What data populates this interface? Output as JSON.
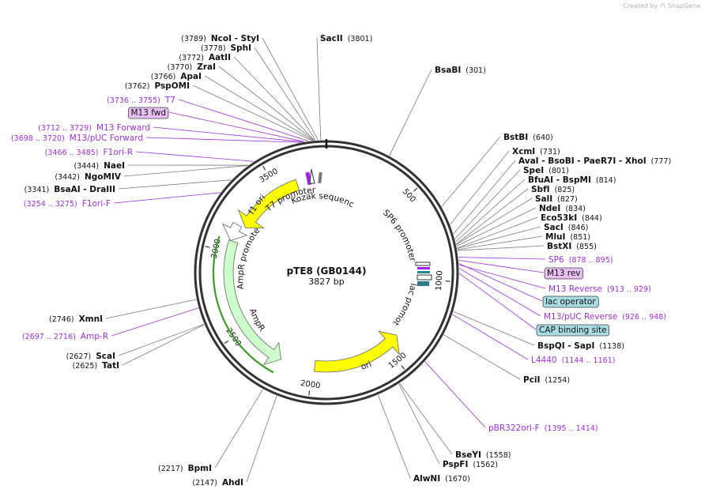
{
  "watermark": {
    "created_by": "Created by",
    "brand": "SnapGene"
  },
  "plasmid": {
    "name": "pTE8 (GB0144)",
    "length": "3827 bp",
    "total_bp": 3827
  },
  "ticks": [
    {
      "bp": 500,
      "label": "500"
    },
    {
      "bp": 1000,
      "label": "1000"
    },
    {
      "bp": 1500,
      "label": "1500"
    },
    {
      "bp": 2000,
      "label": "2000"
    },
    {
      "bp": 2500,
      "label": "2500"
    },
    {
      "bp": 3000,
      "label": "3000"
    },
    {
      "bp": 3500,
      "label": "3500"
    }
  ],
  "enzymes": [
    {
      "id": "ncoi",
      "name": "NcoI",
      "extra": "StyI",
      "pos": "(3789)",
      "side": "L",
      "bp": 3789
    },
    {
      "id": "sphi",
      "name": "SphI",
      "pos": "(3778)",
      "side": "L",
      "bp": 3778
    },
    {
      "id": "aatii",
      "name": "AatII",
      "pos": "(3772)",
      "side": "L",
      "bp": 3772
    },
    {
      "id": "zrai",
      "name": "ZraI",
      "pos": "(3770)",
      "side": "L",
      "bp": 3770
    },
    {
      "id": "apai",
      "name": "ApaI",
      "pos": "(3766)",
      "side": "L",
      "bp": 3766
    },
    {
      "id": "pspomi",
      "name": "PspOMI",
      "pos": "(3762)",
      "side": "L",
      "bp": 3762
    },
    {
      "id": "sacii",
      "name": "SacII",
      "pos": "(3801)",
      "side": "R",
      "bp": 3801
    },
    {
      "id": "bsabi",
      "name": "BsaBI",
      "pos": "(301)",
      "side": "R",
      "bp": 301
    },
    {
      "id": "nael",
      "name": "NaeI",
      "pos": "(3444)",
      "side": "L",
      "bp": 3444
    },
    {
      "id": "ngomiv",
      "name": "NgoMIV",
      "pos": "(3442)",
      "side": "L",
      "bp": 3442
    },
    {
      "id": "bsaai",
      "name": "BsaAI",
      "extra": "DraIII",
      "pos": "(3341)",
      "side": "L",
      "bp": 3341
    },
    {
      "id": "bstbi",
      "name": "BstBI",
      "pos": "(640)",
      "side": "R",
      "bp": 640
    },
    {
      "id": "xcmi",
      "name": "XcmI",
      "pos": "(731)",
      "side": "R",
      "bp": 731
    },
    {
      "id": "avai",
      "name": "AvaI",
      "extra": "BsoBI",
      "extra2": "PaeR7I",
      "extra3": "XhoI",
      "pos": "(777)",
      "side": "R",
      "bp": 777
    },
    {
      "id": "spei",
      "name": "SpeI",
      "pos": "(801)",
      "side": "R",
      "bp": 801
    },
    {
      "id": "bfuai",
      "name": "BfuAI",
      "extra": "BspMI",
      "pos": "(814)",
      "side": "R",
      "bp": 814
    },
    {
      "id": "sbfi",
      "name": "SbfI",
      "pos": "(825)",
      "side": "R",
      "bp": 825
    },
    {
      "id": "sali",
      "name": "SalI",
      "pos": "(827)",
      "side": "R",
      "bp": 827
    },
    {
      "id": "ndei",
      "name": "NdeI",
      "pos": "(834)",
      "side": "R",
      "bp": 834
    },
    {
      "id": "eco53ki",
      "name": "Eco53kI",
      "pos": "(844)",
      "side": "R",
      "bp": 844
    },
    {
      "id": "saci",
      "name": "SacI",
      "pos": "(846)",
      "side": "R",
      "bp": 846
    },
    {
      "id": "mlui",
      "name": "MluI",
      "pos": "(851)",
      "side": "R",
      "bp": 851
    },
    {
      "id": "bstxi",
      "name": "BstXI",
      "pos": "(855)",
      "side": "R",
      "bp": 855
    },
    {
      "id": "bspqi",
      "name": "BspQI",
      "extra": "SapI",
      "pos": "(1138)",
      "side": "R",
      "bp": 1138
    },
    {
      "id": "pcii",
      "name": "PciI",
      "pos": "(1254)",
      "side": "R",
      "bp": 1254
    },
    {
      "id": "bseyi",
      "name": "BseYI",
      "pos": "(1558)",
      "side": "R",
      "bp": 1558
    },
    {
      "id": "pspfi",
      "name": "PspFI",
      "pos": "(1562)",
      "side": "R",
      "bp": 1562
    },
    {
      "id": "alwni",
      "name": "AlwNI",
      "pos": "(1670)",
      "side": "R",
      "bp": 1670
    },
    {
      "id": "ahdi",
      "name": "AhdI",
      "pos": "(2147)",
      "side": "L",
      "bp": 2147
    },
    {
      "id": "bpmi",
      "name": "BpmI",
      "pos": "(2217)",
      "side": "L",
      "bp": 2217
    },
    {
      "id": "scai",
      "name": "ScaI",
      "pos": "(2627)",
      "side": "L",
      "bp": 2627
    },
    {
      "id": "tati",
      "name": "TatI",
      "pos": "(2625)",
      "side": "L",
      "bp": 2625
    },
    {
      "id": "xmni",
      "name": "XmnI",
      "pos": "(2746)",
      "side": "L",
      "bp": 2746
    }
  ],
  "primers": [
    {
      "id": "t7",
      "name": "T7",
      "pos": "(3736 .. 3755)",
      "side": "L",
      "bp": 3745
    },
    {
      "id": "m13fwd",
      "name": "M13 fwd",
      "boxed": true,
      "side": "L",
      "bp": 3725
    },
    {
      "id": "m13forward",
      "name": "M13 Forward",
      "pos": "(3712 .. 3729)",
      "side": "L",
      "bp": 3720
    },
    {
      "id": "m13pucforward",
      "name": "M13/pUC Forward",
      "pos": "(3698 .. 3720)",
      "side": "L",
      "bp": 3709
    },
    {
      "id": "f1orir",
      "name": "F1ori-R",
      "pos": "(3466 .. 3485)",
      "side": "L",
      "bp": 3475
    },
    {
      "id": "f1orif",
      "name": "F1ori-F",
      "pos": "(3254 .. 3275)",
      "side": "L",
      "bp": 3264
    },
    {
      "id": "ampr",
      "name": "Amp-R",
      "pos": "(2697 .. 2716)",
      "side": "L",
      "bp": 2706
    },
    {
      "id": "sp6",
      "name": "SP6",
      "pos": "(878 .. 895)",
      "side": "R",
      "bp": 886
    },
    {
      "id": "m13rev",
      "name": "M13 rev",
      "boxed": true,
      "side": "R",
      "bp": 900
    },
    {
      "id": "m13reverse",
      "name": "M13 Reverse",
      "pos": "(913 .. 929)",
      "side": "R",
      "bp": 921
    },
    {
      "id": "m13pucreverse",
      "name": "M13/pUC Reverse",
      "pos": "(926 .. 948)",
      "side": "R",
      "bp": 937
    },
    {
      "id": "l4440",
      "name": "L4440",
      "pos": "(1144 .. 1161)",
      "side": "R",
      "bp": 1152
    },
    {
      "id": "pbr322orif",
      "name": "pBR322ori-F",
      "pos": "(1395 .. 1414)",
      "side": "R",
      "bp": 1404
    }
  ],
  "features": [
    {
      "id": "lacoperator",
      "name": "lac operator",
      "boxed": true,
      "side": "R",
      "bp": 915
    },
    {
      "id": "capsite",
      "name": "CAP binding site",
      "boxed": true,
      "side": "R",
      "bp": 960
    }
  ],
  "arcs": [
    {
      "id": "f1ori",
      "label": "f1 ori",
      "start": 3633,
      "end": 3177,
      "color": "#ffff00"
    },
    {
      "id": "amprpromoter",
      "label": "AmpR promoter",
      "start": 3171,
      "end": 3067,
      "color": "#ffffff"
    },
    {
      "id": "amprgene",
      "label": "AmpR",
      "start": 3067,
      "end": 2207,
      "color": "#ccffcc"
    },
    {
      "id": "oriarc",
      "label": "ori",
      "start": 1989,
      "end": 1400,
      "color": "#ffff00"
    }
  ],
  "inner_labels": {
    "t7_promoter": "T7 promoter",
    "kozak": "Kozak sequence",
    "sp6_promoter": "SP6 promoter",
    "lac_promoter": "lac promoter",
    "ampr_promoter": "AmpR promoter",
    "ampr": "AmpR"
  }
}
